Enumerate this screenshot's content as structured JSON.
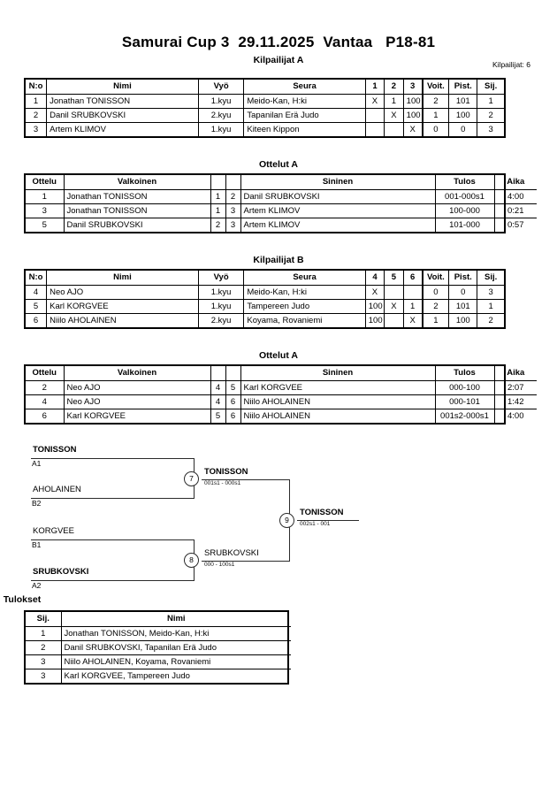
{
  "header": {
    "title": "Samurai Cup 3  29.11.2025  Vantaa   P18-81",
    "competitors_label": "Kilpailijat: 6"
  },
  "sections": {
    "pool_a_title": "Kilpailijat A",
    "matches_a_title": "Ottelut A",
    "pool_b_title": "Kilpailijat B",
    "matches_b_title": "Ottelut A",
    "results_title": "Tulokset"
  },
  "pool_headers": {
    "no": "N:o",
    "nimi": "Nimi",
    "vyo": "Vyö",
    "seura": "Seura",
    "voit": "Voit.",
    "pist": "Pist.",
    "sij": "Sij."
  },
  "pool_a": {
    "matrix_cols": [
      "1",
      "2",
      "3"
    ],
    "rows": [
      {
        "no": "1",
        "nimi": "Jonathan TONISSON",
        "vyo": "1.kyu",
        "seura": "Meido-Kan, H:ki",
        "m": [
          "X",
          "1",
          "100"
        ],
        "voit": "2",
        "pist": "101",
        "sij": "1"
      },
      {
        "no": "2",
        "nimi": "Danil SRUBKOVSKI",
        "vyo": "2.kyu",
        "seura": "Tapanilan Erä Judo",
        "m": [
          "",
          "X",
          "100"
        ],
        "voit": "1",
        "pist": "100",
        "sij": "2"
      },
      {
        "no": "3",
        "nimi": "Artem KLIMOV",
        "vyo": "1.kyu",
        "seura": "Kiteen Kippon",
        "m": [
          "",
          "",
          "X"
        ],
        "voit": "0",
        "pist": "0",
        "sij": "3"
      }
    ]
  },
  "pool_b": {
    "matrix_cols": [
      "4",
      "5",
      "6"
    ],
    "rows": [
      {
        "no": "4",
        "nimi": "Neo AJO",
        "vyo": "1.kyu",
        "seura": "Meido-Kan, H:ki",
        "m": [
          "X",
          "",
          ""
        ],
        "voit": "0",
        "pist": "0",
        "sij": "3"
      },
      {
        "no": "5",
        "nimi": "Karl KORGVEE",
        "vyo": "1.kyu",
        "seura": "Tampereen Judo",
        "m": [
          "100",
          "X",
          "1"
        ],
        "voit": "2",
        "pist": "101",
        "sij": "1"
      },
      {
        "no": "6",
        "nimi": "Niilo AHOLAINEN",
        "vyo": "2.kyu",
        "seura": "Koyama, Rovaniemi",
        "m": [
          "100",
          "",
          "X"
        ],
        "voit": "1",
        "pist": "100",
        "sij": "2"
      }
    ]
  },
  "match_headers": {
    "ottelu": "Ottelu",
    "valkoinen": "Valkoinen",
    "sininen": "Sininen",
    "tulos": "Tulos",
    "aika": "Aika"
  },
  "matches_a": [
    {
      "ottelu": "1",
      "valkoinen": "Jonathan TONISSON",
      "valk_bold": true,
      "n1": "1",
      "n2": "2",
      "sininen": "Danil SRUBKOVSKI",
      "sin_bold": false,
      "tulos": "001-000s1",
      "aika": "4:00"
    },
    {
      "ottelu": "3",
      "valkoinen": "Jonathan TONISSON",
      "valk_bold": true,
      "n1": "1",
      "n2": "3",
      "sininen": "Artem KLIMOV",
      "sin_bold": false,
      "tulos": "100-000",
      "aika": "0:21"
    },
    {
      "ottelu": "5",
      "valkoinen": "Danil SRUBKOVSKI",
      "valk_bold": true,
      "n1": "2",
      "n2": "3",
      "sininen": "Artem KLIMOV",
      "sin_bold": false,
      "tulos": "101-000",
      "aika": "0:57"
    }
  ],
  "matches_b": [
    {
      "ottelu": "2",
      "valkoinen": "Neo AJO",
      "valk_bold": false,
      "n1": "4",
      "n2": "5",
      "sininen": "Karl KORGVEE",
      "sin_bold": true,
      "tulos": "000-100",
      "aika": "2:07"
    },
    {
      "ottelu": "4",
      "valkoinen": "Neo AJO",
      "valk_bold": false,
      "n1": "4",
      "n2": "6",
      "sininen": "Niilo AHOLAINEN",
      "sin_bold": true,
      "tulos": "000-101",
      "aika": "1:42"
    },
    {
      "ottelu": "6",
      "valkoinen": "Karl KORGVEE",
      "valk_bold": true,
      "n1": "5",
      "n2": "6",
      "sininen": "Niilo AHOLAINEN",
      "sin_bold": false,
      "tulos": "001s2-000s1",
      "aika": "4:00"
    }
  ],
  "bracket": {
    "entries": [
      {
        "name": "TONISSON",
        "seed": "A1",
        "winner": true
      },
      {
        "name": "AHOLAINEN",
        "seed": "B2",
        "winner": false
      },
      {
        "name": "KORGVEE",
        "seed": "B1",
        "winner": false
      },
      {
        "name": "SRUBKOVSKI",
        "seed": "A2",
        "winner": true
      }
    ],
    "match7": {
      "number": "7",
      "winner": "TONISSON",
      "score": "001s1 - 000s1"
    },
    "match8": {
      "number": "8",
      "winner": "SRUBKOVSKI",
      "score": "000 - 100s1"
    },
    "match9": {
      "number": "9",
      "winner": "TONISSON",
      "score": "002s1 - 001"
    }
  },
  "results": {
    "headers": {
      "sij": "Sij.",
      "nimi": "Nimi"
    },
    "rows": [
      {
        "sij": "1",
        "nimi": "Jonathan TONISSON, Meido-Kan, H:ki"
      },
      {
        "sij": "2",
        "nimi": "Danil SRUBKOVSKI, Tapanilan Erä Judo"
      },
      {
        "sij": "3",
        "nimi": "Niilo AHOLAINEN, Koyama, Rovaniemi"
      },
      {
        "sij": "3",
        "nimi": "Karl KORGVEE, Tampereen Judo"
      }
    ]
  }
}
